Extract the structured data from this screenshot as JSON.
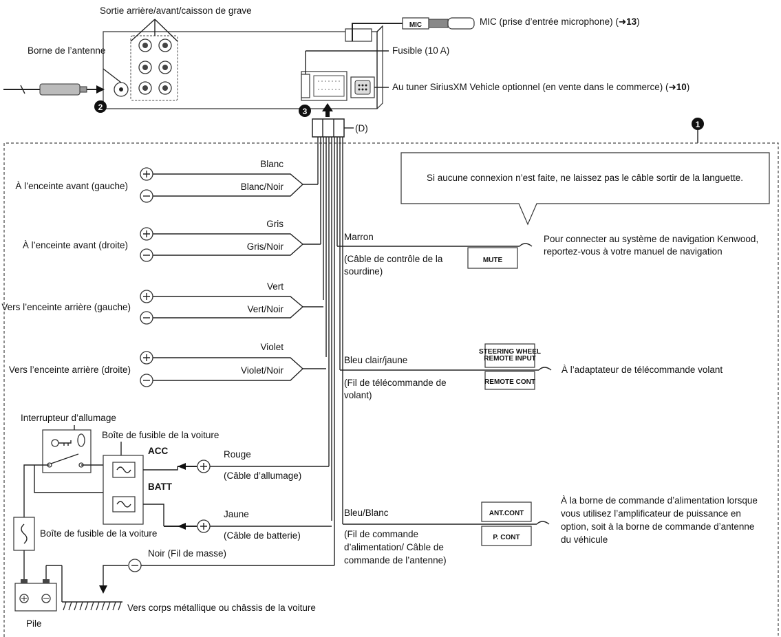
{
  "head_unit": {
    "rear_outputs_label": "Sortie arrière/avant/caisson de grave",
    "antenna_label": "Borne de l’antenne",
    "mic_plug_text": "MIC",
    "mic_label": "MIC (prise d’entrée microphone) (",
    "mic_ref": "13",
    "fuse_label": "Fusible (10 A)",
    "sirius_label": "Au tuner SiriusXM Vehicle optionnel (en vente dans le commerce) (",
    "sirius_ref": "10",
    "sirius_close": ")",
    "connector_label": "(D)",
    "paren_close": ")"
  },
  "markers": {
    "m1": "1",
    "m2": "2",
    "m3": "3"
  },
  "speakers": [
    {
      "label": "À l’enceinte avant (gauche)",
      "pos": "Blanc",
      "neg": "Blanc/Noir"
    },
    {
      "label": "À l’enceinte avant (droite)",
      "pos": "Gris",
      "neg": "Gris/Noir"
    },
    {
      "label": "Vers l’enceinte arrière (gauche)",
      "pos": "Vert",
      "neg": "Vert/Noir"
    },
    {
      "label": "Vers l’enceinte arrière (droite)",
      "pos": "Violet",
      "neg": "Violet/Noir"
    }
  ],
  "note_callout": "Si aucune connexion n’est faite, ne laissez pas le câble sortir de la languette.",
  "mute": {
    "color": "Marron",
    "desc_line1": "(Câble de contrôle de la",
    "desc_line2": "sourdine)",
    "tag": "MUTE",
    "target_line1": "Pour connecter au système de navigation Kenwood,",
    "target_line2": "reportez-vous à votre manuel de navigation"
  },
  "steering": {
    "color": "Bleu clair/jaune",
    "desc_line1": "(Fil de télécommande de",
    "desc_line2": "volant)",
    "tag_top_line1": "STEERING WHEEL",
    "tag_top_line2": "REMOTE INPUT",
    "tag_bottom": "REMOTE CONT",
    "target": "À l’adaptateur de télécommande volant"
  },
  "ignition": {
    "switch_label": "Interrupteur d’allumage",
    "fusebox_label": "Boîte de fusible de la voiture",
    "acc": "ACC",
    "batt": "BATT",
    "red": "Rouge",
    "red_desc": "(Câble d’allumage)",
    "yellow": "Jaune",
    "yellow_desc": "(Câble de batterie)",
    "fusebox2_label": "Boîte de fusible de la voiture",
    "battery_label": "Pile",
    "ground": "Noir (Fil de masse)",
    "chassis": "Vers corps métallique ou châssis de la voiture"
  },
  "pcont": {
    "color": "Bleu/Blanc",
    "desc_line1": "(Fil de commande",
    "desc_line2": "d’alimentation/ Câble de",
    "desc_line3": "commande de l’antenne)",
    "tag_top": "ANT.CONT",
    "tag_bottom": "P. CONT",
    "target_line1": "À la borne de commande d’alimentation lorsque",
    "target_line2": "vous utilisez l’amplificateur de puissance en",
    "target_line3": "option, soit à la borne de commande d’antenne",
    "target_line4": "du véhicule"
  }
}
